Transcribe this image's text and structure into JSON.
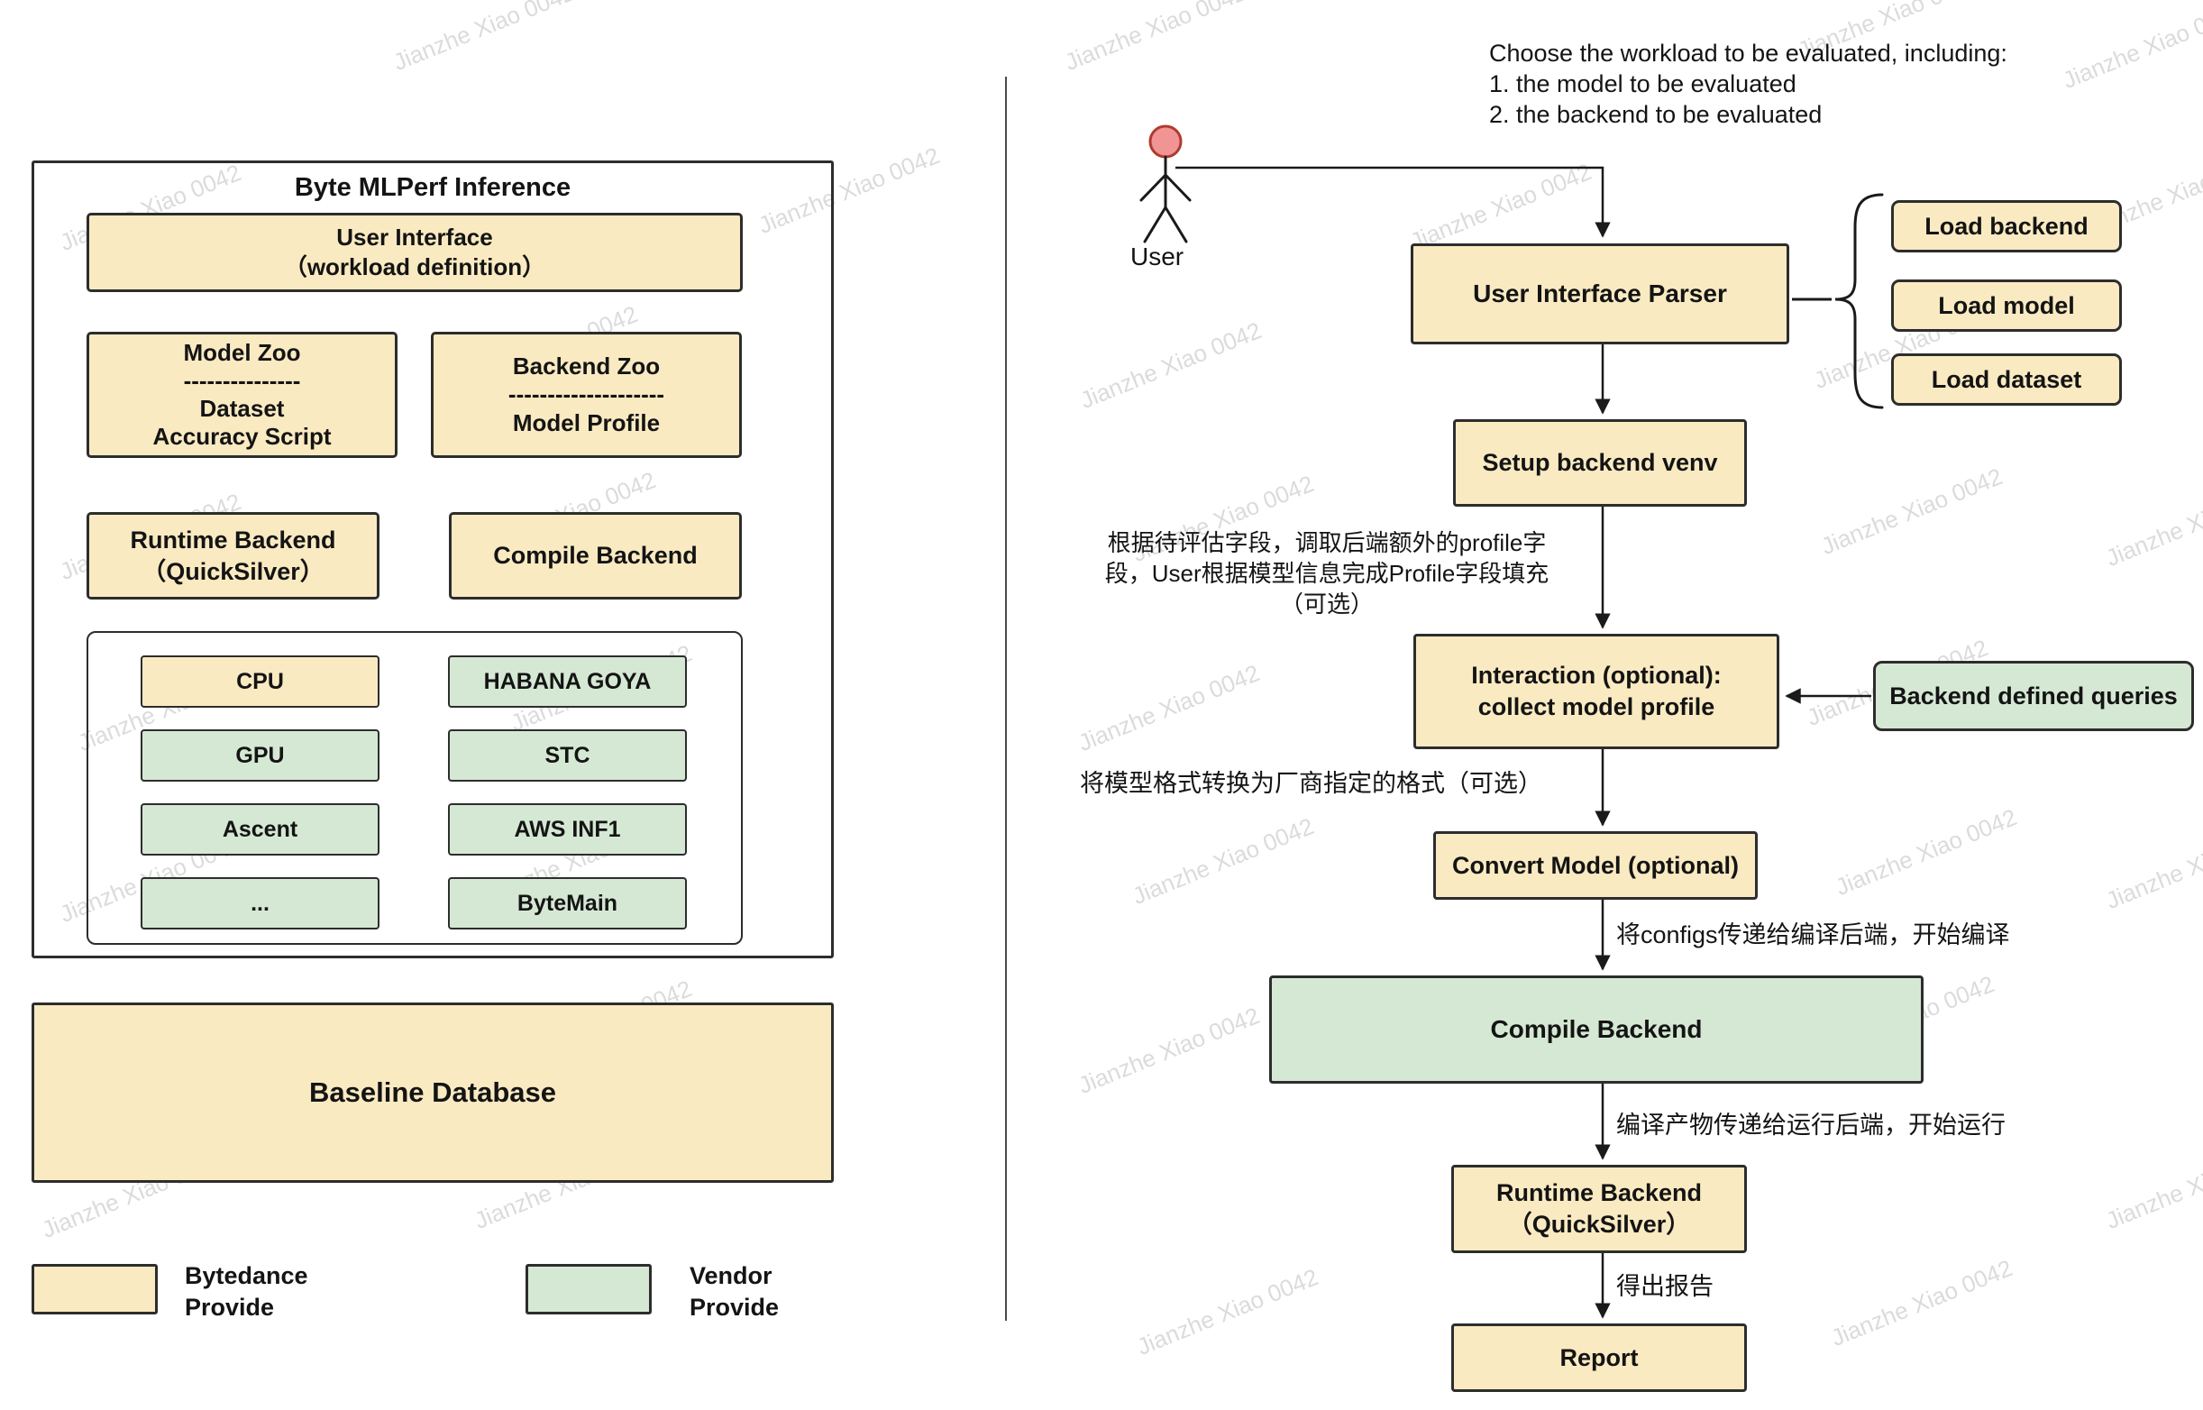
{
  "watermark": {
    "text": "Jianzhe Xiao 0042"
  },
  "colors": {
    "bytedance_yellow": "#FAEAC2",
    "vendor_green": "#D5E8D4",
    "border": "#2D2D2D"
  },
  "left": {
    "title": "Byte MLPerf Inference",
    "user_interface": {
      "line1": "User Interface",
      "line2": "（workload definition）"
    },
    "model_zoo": {
      "line1": "Model Zoo",
      "divider": "---------------",
      "line2": "Dataset",
      "line3": "Accuracy Script"
    },
    "backend_zoo": {
      "line1": "Backend Zoo",
      "divider": "--------------------",
      "line2": "Model Profile"
    },
    "runtime_backend": {
      "line1": "Runtime Backend",
      "line2": "（QuickSilver）"
    },
    "compile_backend": "Compile Backend",
    "chips": {
      "left": [
        {
          "label": "CPU",
          "type": "yellow"
        },
        {
          "label": "GPU",
          "type": "green"
        },
        {
          "label": "Ascent",
          "type": "green"
        },
        {
          "label": "...",
          "type": "green"
        }
      ],
      "right": [
        {
          "label": "HABANA GOYA",
          "type": "green"
        },
        {
          "label": "STC",
          "type": "green"
        },
        {
          "label": "AWS INF1",
          "type": "green"
        },
        {
          "label": "ByteMain",
          "type": "green"
        }
      ]
    },
    "baseline_database": "Baseline Database",
    "legend": {
      "bytedance": {
        "line1": "Bytedance",
        "line2": "Provide"
      },
      "vendor": {
        "line1": "Vendor",
        "line2": "Provide"
      }
    }
  },
  "right": {
    "top_note": {
      "line1": "Choose the workload to be evaluated, including:",
      "line2": "1. the model to be evaluated",
      "line3": "2. the backend to be evaluated"
    },
    "user_label": "User",
    "parser": "User Interface Parser",
    "load_items": [
      "Load backend",
      "Load model",
      "Load dataset"
    ],
    "setup": "Setup backend venv",
    "note_profile": {
      "line1": "根据待评估字段，调取后端额外的profile字",
      "line2": "段，User根据模型信息完成Profile字段填充",
      "line3": "（可选）"
    },
    "interaction": {
      "line1": "Interaction (optional):",
      "line2": "collect model profile"
    },
    "backend_queries": "Backend defined queries",
    "note_convert": "将模型格式转换为厂商指定的格式（可选）",
    "convert": "Convert Model (optional)",
    "note_compile": "将configs传递给编译后端，开始编译",
    "compile": "Compile Backend",
    "note_runtime": "编译产物传递给运行后端，开始运行",
    "runtime": {
      "line1": "Runtime Backend",
      "line2": "（QuickSilver）"
    },
    "note_report": "得出报告",
    "report": "Report"
  }
}
